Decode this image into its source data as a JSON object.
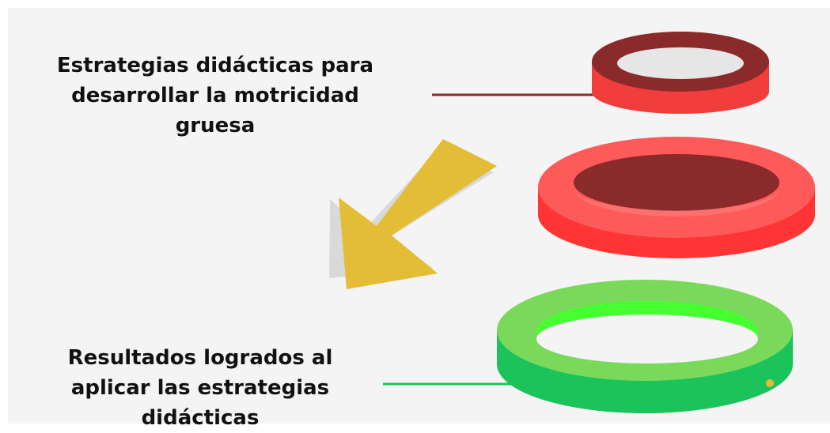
{
  "diagram": {
    "top_label": {
      "lines": [
        "Estrategias didácticas para",
        "desarrollar la motricidad",
        "gruesa"
      ]
    },
    "bottom_label": {
      "lines": [
        "Resultados logrados al",
        "aplicar las estrategias",
        "didácticas"
      ]
    },
    "colors": {
      "background": "#f4f4f4",
      "small_ring_top": "#8b2a2a",
      "small_ring_side": "#f23d3d",
      "red_ring_top": "#ff5a5a",
      "red_ring_inner": "#8b2a2a",
      "red_ring_side": "#ff3535",
      "green_ring_top": "#7ad95a",
      "green_ring_inner": "#45ff30",
      "green_ring_side": "#1cc35a",
      "arrow": "#e3bd35",
      "arrow_shadow": "#d9d9d9",
      "top_connector": "#8b2a2a",
      "bottom_connector": "#1cc35a",
      "dot": "#e3bd35"
    },
    "icons": [
      "ring-icon",
      "arrow-down-left-icon"
    ]
  }
}
